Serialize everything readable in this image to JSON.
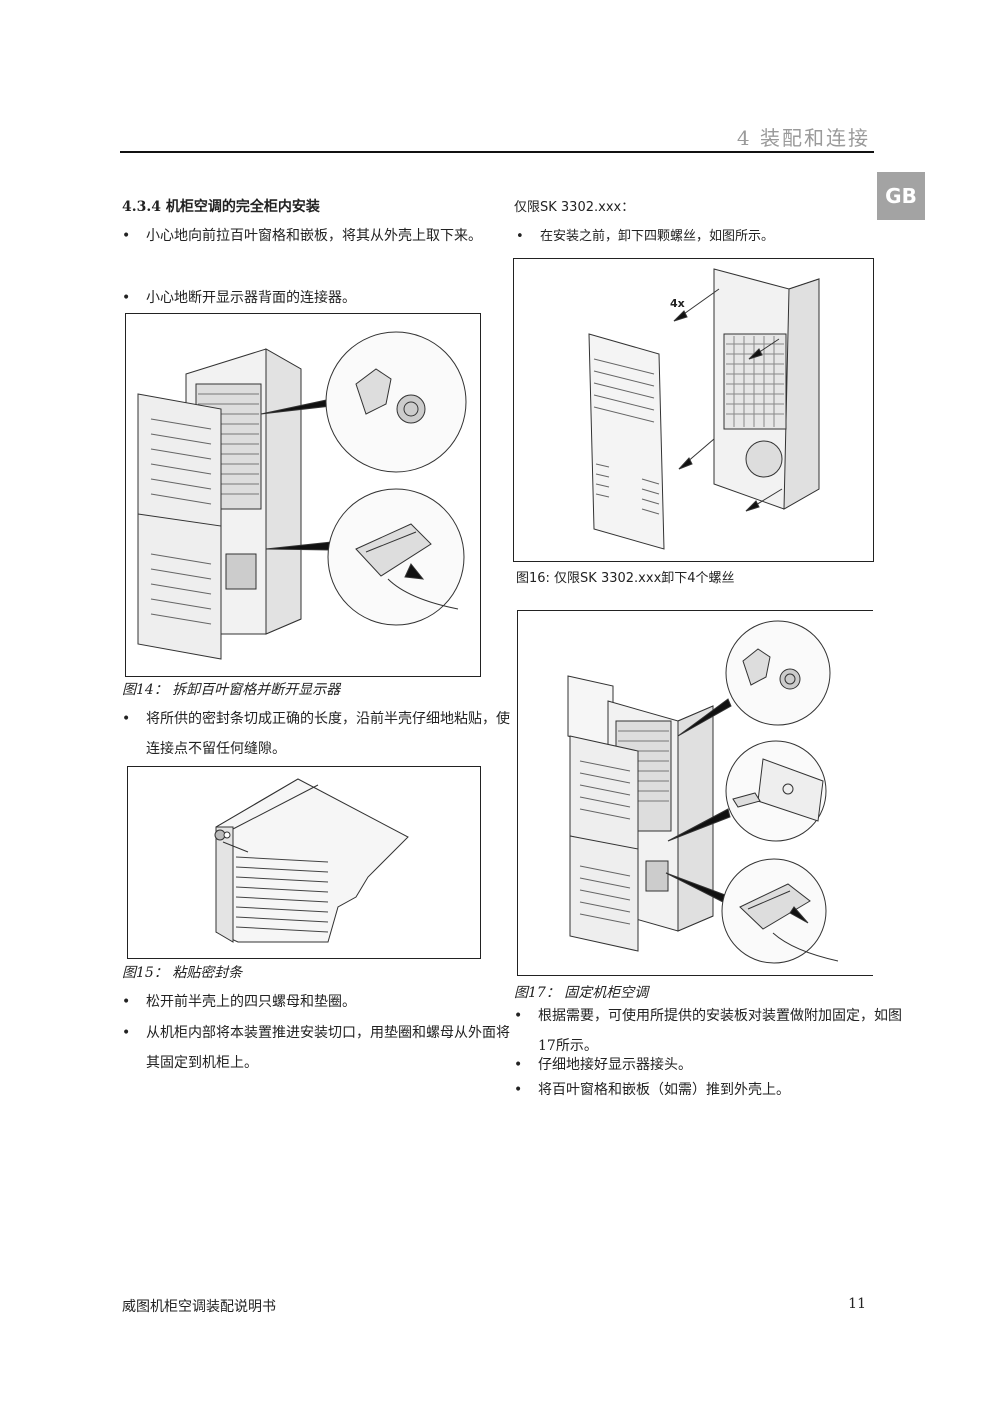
{
  "header": {
    "title": "4   装配和连接",
    "tab": "GB"
  },
  "left": {
    "section_title": "4.3.4 机柜空调的完全柜内安装",
    "bullets_a": [
      "小心地向前拉百叶窗格和嵌板，将其从外壳上取下来。",
      "小心地断开显示器背面的连接器。"
    ],
    "fig14_caption": "图14：  拆卸百叶窗格并断开显示器",
    "bullets_b": [
      "将所供的密封条切成正确的长度，沿前半壳仔细地粘贴，使连接点不留任何缝隙。"
    ],
    "fig15_caption": "图15：  粘贴密封条",
    "bullets_c": [
      "松开前半壳上的四只螺母和垫圈。",
      "从机柜内部将本装置推进安装切口，用垫圈和螺母从外面将其固定到机柜上。"
    ]
  },
  "right": {
    "intro": "仅限SK 3302.xxx：",
    "bullets_a": [
      "在安装之前，卸下四颗螺丝，如图所示。"
    ],
    "fig16_label": "4x",
    "fig16_caption": "图16:  仅限SK 3302.xxx卸下4个螺丝",
    "fig17_caption": "图17：  固定机柜空调",
    "bullets_b": [
      "根据需要，可使用所提供的安装板对装置做附加固定，如图17所示。",
      "仔细地接好显示器接头。",
      "将百叶窗格和嵌板（如需）推到外壳上。"
    ]
  },
  "footer": {
    "left": "威图机柜空调装配说明书",
    "page": "11"
  }
}
